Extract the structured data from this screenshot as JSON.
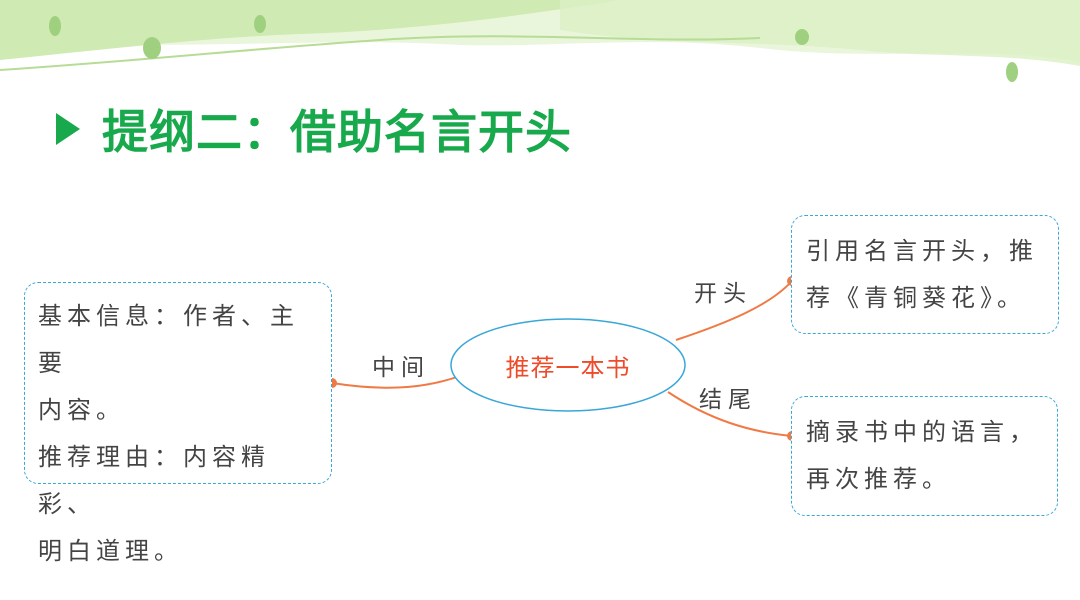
{
  "title": {
    "text": "提纲二：借助名言开头"
  },
  "center": {
    "text": "推荐一本书"
  },
  "branches": {
    "middle": "中间",
    "opening": "开头",
    "ending": "结尾"
  },
  "nodes": {
    "left": {
      "lines": [
        "基本信息：作者、主要",
        "内容。",
        "推荐理由：内容精彩、",
        "明白道理。"
      ]
    },
    "top_right": {
      "lines": [
        "引用名言开头，推",
        "荐《青铜葵花》。"
      ]
    },
    "bottom_right": {
      "lines": [
        "摘录书中的语言，",
        "再次推荐。"
      ]
    }
  },
  "colors": {
    "title": "#18a94c",
    "center_text": "#ee4b2b",
    "connector": "#f07a45",
    "box_border": "#39a7d8",
    "banner": "#c9e9a8"
  }
}
